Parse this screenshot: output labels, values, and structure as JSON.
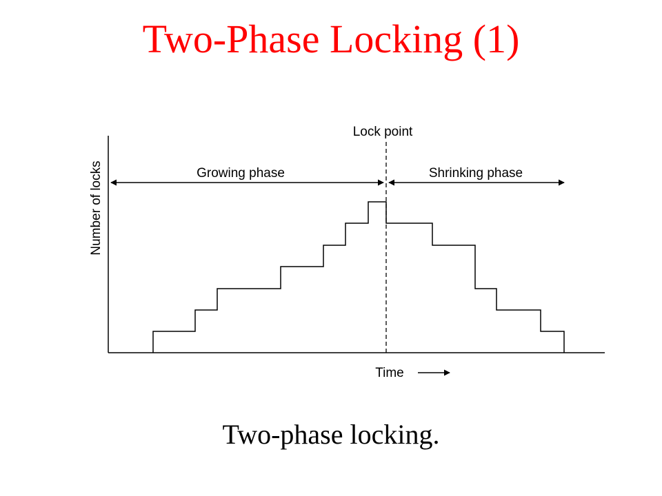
{
  "slide": {
    "title": "Two-Phase Locking (1)",
    "caption": "Two-phase locking."
  },
  "diagram": {
    "y_axis_label": "Number of locks",
    "x_axis_label": "Time",
    "lock_point_label": "Lock point",
    "growing_label": "Growing phase",
    "shrinking_label": "Shrinking phase"
  },
  "colors": {
    "title": "#ff0000",
    "line": "#000000",
    "background": "#ffffff"
  }
}
